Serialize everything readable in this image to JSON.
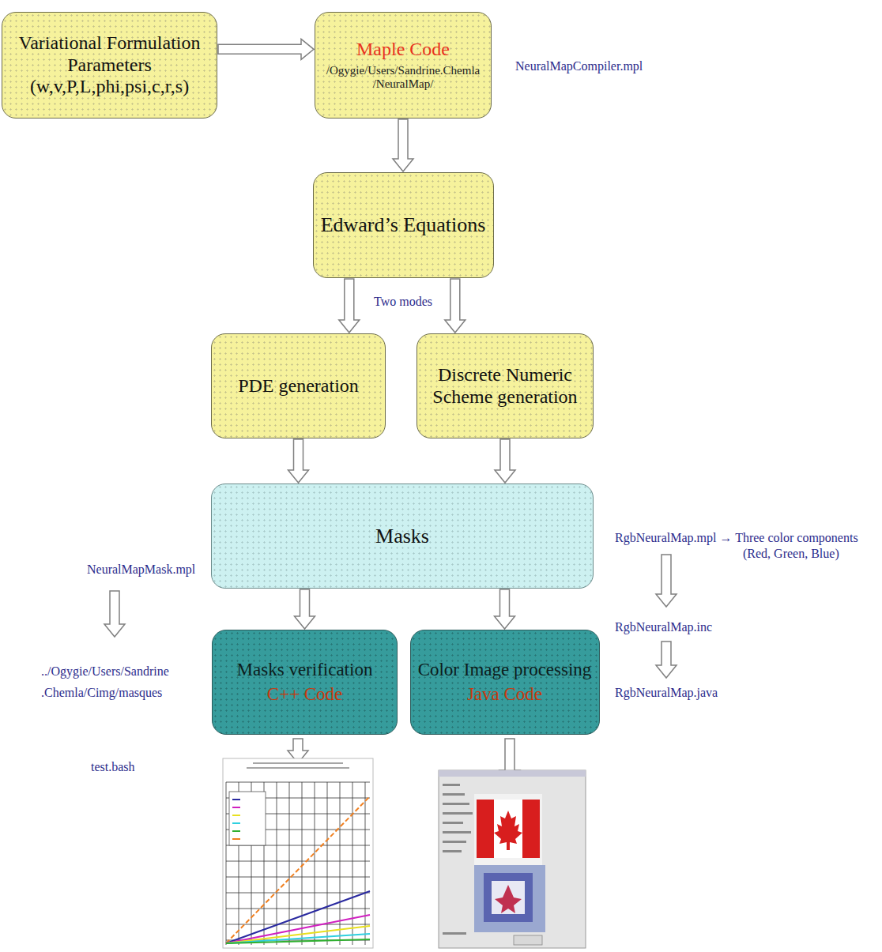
{
  "diagram": {
    "nodes": [
      {
        "text": [
          "Variational Formulation Parameters (w,v,P,L,phi,psi,c,r,s)"
        ]
      },
      {
        "text": [
          "Maple Code",
          "/Ogygie/Users/Sandrine.Chemla /NeuralMap/"
        ]
      },
      {
        "text": [
          "Edward’s Equations"
        ]
      },
      {
        "text": [
          "PDE generation"
        ]
      },
      {
        "text": [
          "Discrete Numeric Scheme generation"
        ]
      },
      {
        "text": [
          "Masks"
        ]
      },
      {
        "text": [
          "Masks verification",
          "C++ Code"
        ]
      },
      {
        "text": [
          "Color Image processing",
          "Java Code"
        ]
      }
    ],
    "edges": [
      {
        "from": 0,
        "to": 1,
        "arrow": "to"
      },
      {
        "from": 1,
        "to": 2,
        "arrow": "to"
      },
      {
        "from": 2,
        "to": 3,
        "arrow": "to"
      },
      {
        "from": 2,
        "to": 4,
        "arrow": "to"
      },
      {
        "from": 3,
        "to": 5,
        "arrow": "to"
      },
      {
        "from": 4,
        "to": 5,
        "arrow": "to"
      },
      {
        "from": 5,
        "to": 6,
        "arrow": "to"
      },
      {
        "from": 5,
        "to": 7,
        "arrow": "to"
      }
    ],
    "labels": [
      "NeuralMapCompiler.mpl",
      "Two modes",
      "RgbNeuralMap.mpl → Three color components",
      "(Red, Green, Blue)",
      "RgbNeuralMap.inc",
      "RgbNeuralMap.java",
      "NeuralMapMask.mpl",
      "../Ogygie/Users/Sandrine .Chemla/Cimg/masques",
      "test.bash"
    ]
  }
}
